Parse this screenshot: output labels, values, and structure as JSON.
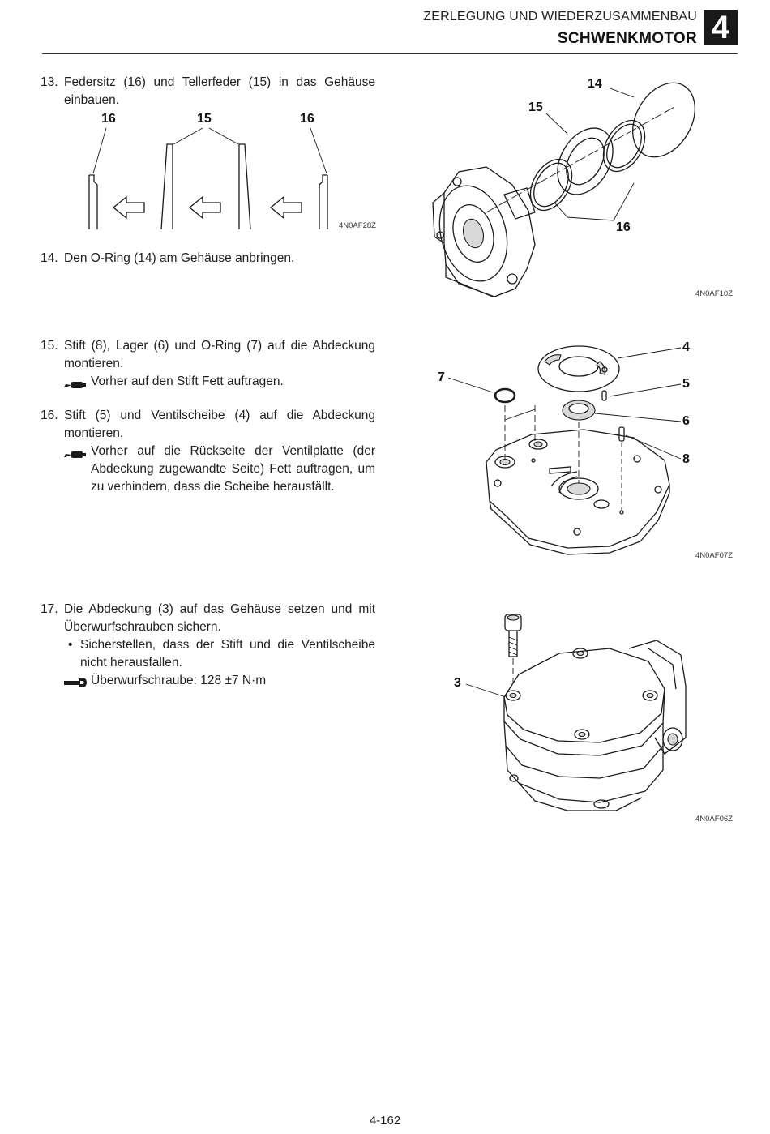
{
  "header": {
    "section_title": "ZERLEGUNG UND WIEDERZUSAMMENBAU",
    "chapter_title": "SCHWENKMOTOR",
    "chapter_number": "4"
  },
  "steps": [
    {
      "number": "13.",
      "text": "Federsitz (16) und Tellerfeder (15) in das Gehäuse einbauen."
    },
    {
      "number": "14.",
      "text": "Den O-Ring (14) am Gehäuse anbringen."
    },
    {
      "number": "15.",
      "text": "Stift (8), Lager (6) und O-Ring (7) auf die Abdeckung montieren.",
      "note": "Vorher auf den Stift Fett auftragen."
    },
    {
      "number": "16.",
      "text": "Stift (5) und Ventilscheibe (4) auf die Abdeckung montieren.",
      "note": "Vorher auf die Rückseite der Ventilplatte (der Abdeckung zugewandte Seite) Fett auftragen, um zu verhindern, dass die Scheibe herausfällt."
    },
    {
      "number": "17.",
      "text": "Die Abdeckung (3) auf das Gehäuse setzen und mit Überwurfschrauben sichern.",
      "bullet": "Sicherstellen, dass der Stift und die Ventilscheibe nicht herausfallen.",
      "torque": "Überwurfschraube: 128 ±7 N·m"
    }
  ],
  "figures": {
    "fig_spring": {
      "code": "4N0AF28Z",
      "labels": [
        "16",
        "15",
        "16"
      ]
    },
    "fig_housing": {
      "code": "4N0AF10Z",
      "labels": [
        "14",
        "15",
        "16"
      ]
    },
    "fig_cover": {
      "code": "4N0AF07Z",
      "labels": [
        "4",
        "5",
        "6",
        "7",
        "8"
      ]
    },
    "fig_assembly": {
      "code": "4N0AF06Z",
      "labels": [
        "3"
      ]
    }
  },
  "icons": {
    "grease_note": "grease-gun-icon",
    "torque_note": "wrench-icon"
  },
  "footer": {
    "page_number": "4-162"
  }
}
